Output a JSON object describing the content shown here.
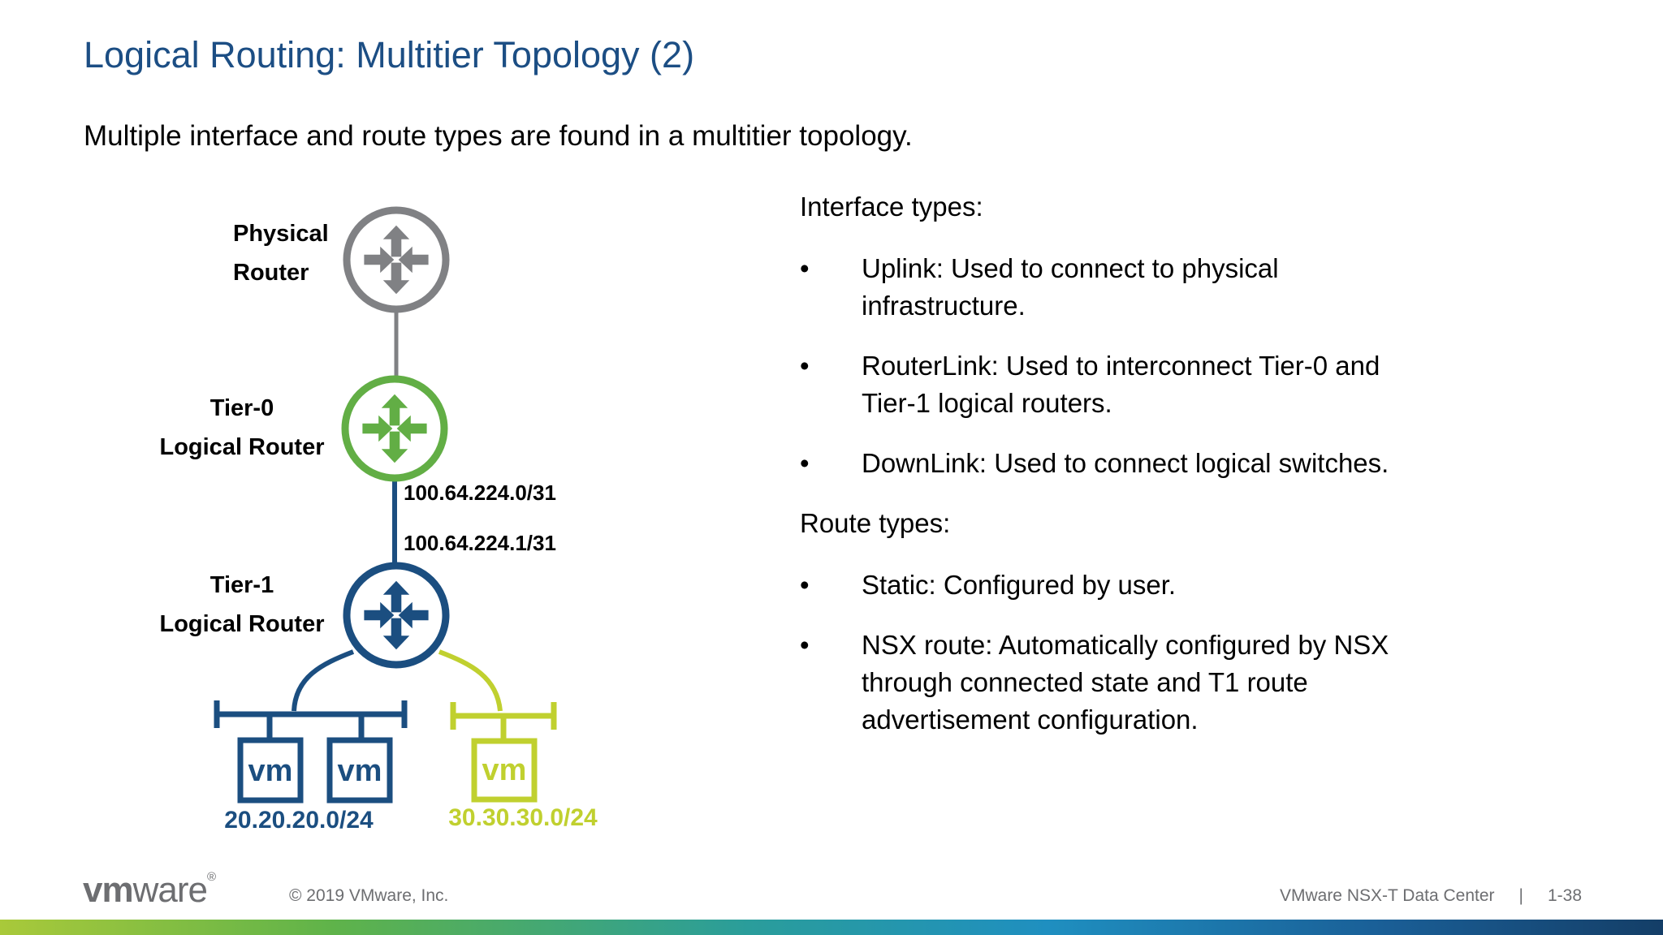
{
  "slide": {
    "title": "Logical Routing: Multitier Topology (2)",
    "subtitle": "Multiple interface and route types are found in a multitier topology."
  },
  "diagram": {
    "physical_router": {
      "line1": "Physical",
      "line2": "Router"
    },
    "tier0_router": {
      "line1": "Tier-0",
      "line2": "Logical Router"
    },
    "tier1_router": {
      "line1": "Tier-1",
      "line2": "Logical Router"
    },
    "uplink_subnet": "100.64.224.0/31",
    "routerlink_subnet": "100.64.224.1/31",
    "vm_label": "vm",
    "blue_segment_subnet": "20.20.20.0/24",
    "green_segment_subnet": "30.30.30.0/24",
    "colors": {
      "physical_gray": "#808184",
      "tier0_green": "#62ae45",
      "tier1_navy": "#1b4e80",
      "segment_lime": "#c0d02f"
    }
  },
  "content": {
    "interface_heading": "Interface types:",
    "bullet_glyph": "•",
    "interface_bullets": [
      "Uplink: Used to connect to physical\ninfrastructure.",
      "RouterLink: Used to interconnect Tier-0 and\nTier-1 logical routers.",
      "DownLink: Used to connect logical switches."
    ],
    "route_heading": "Route types:",
    "route_bullets": [
      "Static: Configured by user.",
      "NSX route: Automatically configured by NSX\nthrough connected state and T1 route\nadvertisement configuration."
    ]
  },
  "footer": {
    "logo_vm": "vm",
    "logo_ware": "ware",
    "logo_reg": "®",
    "copyright": "© 2019 VMware, Inc.",
    "doc_title": "VMware NSX-T Data Center",
    "separator": "|",
    "page_number": "1-38"
  }
}
